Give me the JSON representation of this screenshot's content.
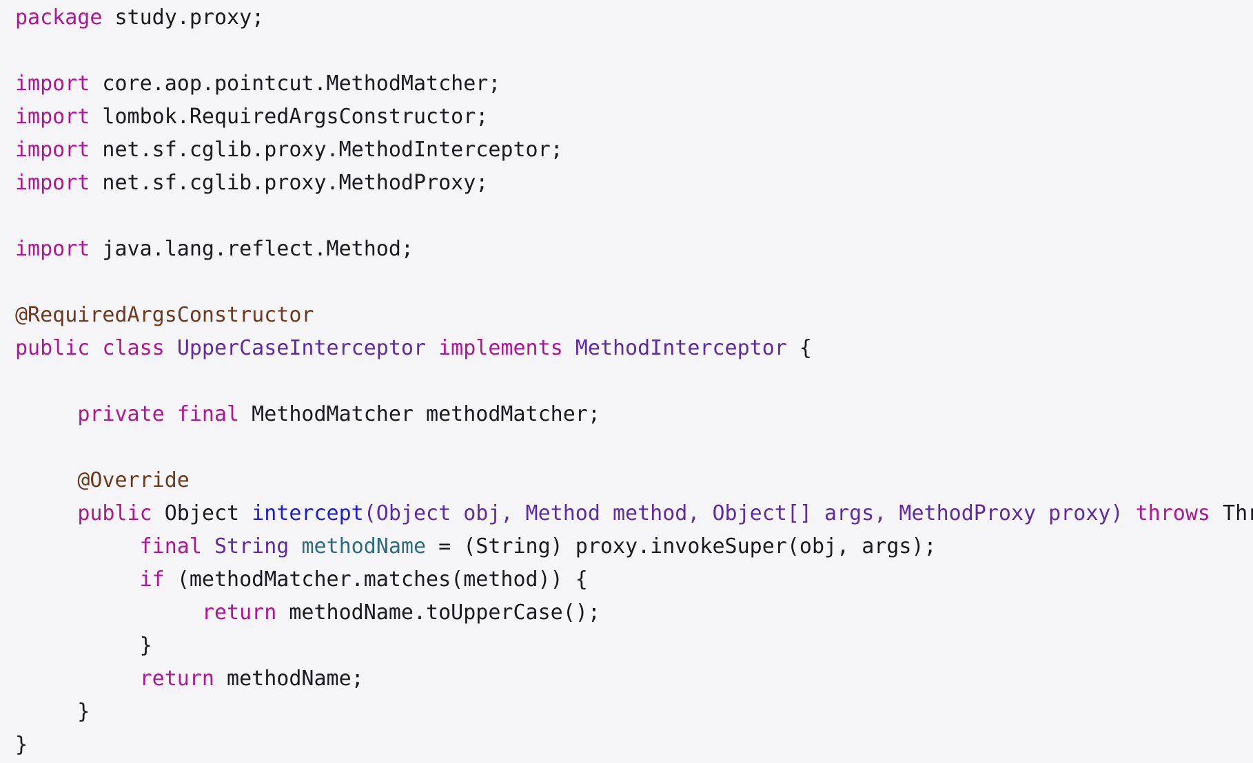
{
  "code": {
    "language": "java",
    "indent": "     ",
    "lines": [
      [
        {
          "t": "package",
          "c": "kw"
        },
        {
          "t": " study.proxy;",
          "c": "pl"
        }
      ],
      [],
      [
        {
          "t": "import",
          "c": "kw"
        },
        {
          "t": " core.aop.pointcut.MethodMatcher;",
          "c": "pl"
        }
      ],
      [
        {
          "t": "import",
          "c": "kw"
        },
        {
          "t": " lombok.RequiredArgsConstructor;",
          "c": "pl"
        }
      ],
      [
        {
          "t": "import",
          "c": "kw"
        },
        {
          "t": " net.sf.cglib.proxy.MethodInterceptor;",
          "c": "pl"
        }
      ],
      [
        {
          "t": "import",
          "c": "kw"
        },
        {
          "t": " net.sf.cglib.proxy.MethodProxy;",
          "c": "pl"
        }
      ],
      [],
      [
        {
          "t": "import",
          "c": "kw"
        },
        {
          "t": " java.lang.reflect.Method;",
          "c": "pl"
        }
      ],
      [],
      [
        {
          "t": "@RequiredArgsConstructor",
          "c": "ann"
        }
      ],
      [
        {
          "t": "public",
          "c": "kw"
        },
        {
          "t": " ",
          "c": "pl"
        },
        {
          "t": "class",
          "c": "kw"
        },
        {
          "t": " ",
          "c": "pl"
        },
        {
          "t": "UpperCaseInterceptor",
          "c": "ty"
        },
        {
          "t": " ",
          "c": "pl"
        },
        {
          "t": "implements",
          "c": "kw"
        },
        {
          "t": " ",
          "c": "pl"
        },
        {
          "t": "MethodInterceptor",
          "c": "ty"
        },
        {
          "t": " {",
          "c": "pl"
        }
      ],
      [],
      [
        {
          "t": "     ",
          "c": "pl"
        },
        {
          "t": "private",
          "c": "kw"
        },
        {
          "t": " ",
          "c": "pl"
        },
        {
          "t": "final",
          "c": "kw"
        },
        {
          "t": " MethodMatcher methodMatcher;",
          "c": "pl"
        }
      ],
      [],
      [
        {
          "t": "     ",
          "c": "pl"
        },
        {
          "t": "@Override",
          "c": "ann"
        }
      ],
      [
        {
          "t": "     ",
          "c": "pl"
        },
        {
          "t": "public",
          "c": "kw"
        },
        {
          "t": " Object ",
          "c": "pl"
        },
        {
          "t": "intercept",
          "c": "fn"
        },
        {
          "t": "(Object obj, Method method, Object[] args, MethodProxy proxy)",
          "c": "ty"
        },
        {
          "t": " ",
          "c": "pl"
        },
        {
          "t": "throws",
          "c": "kw"
        },
        {
          "t": " Throwable {",
          "c": "pl"
        }
      ],
      [
        {
          "t": "          ",
          "c": "pl"
        },
        {
          "t": "final",
          "c": "kw"
        },
        {
          "t": " ",
          "c": "pl"
        },
        {
          "t": "String",
          "c": "ty"
        },
        {
          "t": " ",
          "c": "pl"
        },
        {
          "t": "methodName",
          "c": "va"
        },
        {
          "t": " = (String) proxy.invokeSuper(obj, args);",
          "c": "pl"
        }
      ],
      [
        {
          "t": "          ",
          "c": "pl"
        },
        {
          "t": "if",
          "c": "kw"
        },
        {
          "t": " (methodMatcher.matches(method)) {",
          "c": "pl"
        }
      ],
      [
        {
          "t": "               ",
          "c": "pl"
        },
        {
          "t": "return",
          "c": "kw"
        },
        {
          "t": " methodName.toUpperCase();",
          "c": "pl"
        }
      ],
      [
        {
          "t": "          }",
          "c": "pl"
        }
      ],
      [
        {
          "t": "          ",
          "c": "pl"
        },
        {
          "t": "return",
          "c": "kw"
        },
        {
          "t": " methodName;",
          "c": "pl"
        }
      ],
      [
        {
          "t": "     }",
          "c": "pl"
        }
      ],
      [
        {
          "t": "}",
          "c": "pl"
        }
      ]
    ]
  },
  "colors": {
    "background": "#f5f4f7",
    "keyword": "#b0168f",
    "type": "#5b2ca6",
    "annotation": "#6b3a1e",
    "function": "#1c1cd0",
    "variable": "#2e6b7a",
    "plain": "#1b1b1f"
  }
}
